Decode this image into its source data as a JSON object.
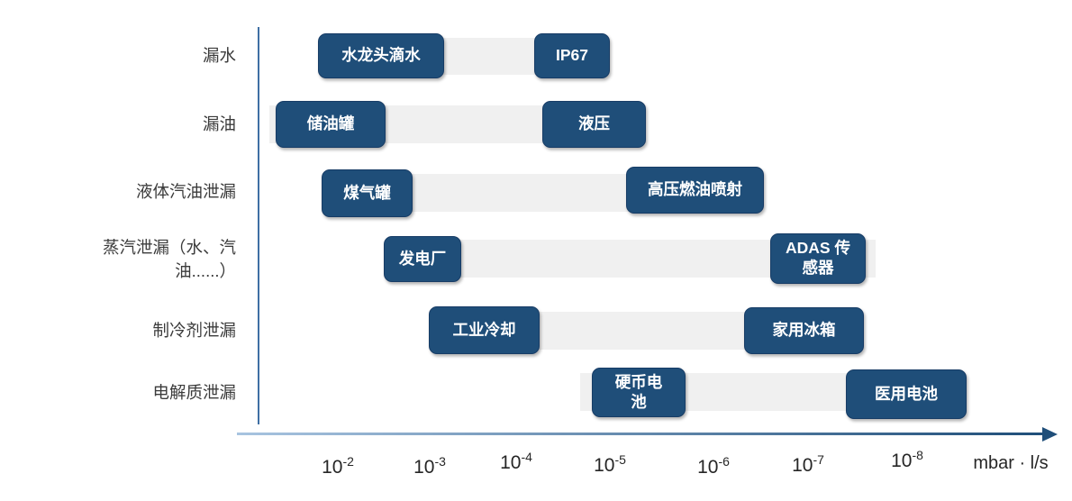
{
  "rows": [
    {
      "category": "漏水",
      "left": {
        "label": "水龙头滴水"
      },
      "right": {
        "label": "IP67"
      }
    },
    {
      "category": "漏油",
      "left": {
        "label": "储油罐"
      },
      "right": {
        "label": "液压"
      }
    },
    {
      "category": "液体汽油泄漏",
      "left": {
        "label": "煤气罐"
      },
      "right": {
        "label": "高压燃油喷射"
      }
    },
    {
      "category": "蒸汽泄漏（水、汽油......）",
      "left": {
        "label": "发电厂"
      },
      "right": {
        "label": "ADAS 传感器"
      }
    },
    {
      "category": "制冷剂泄漏",
      "left": {
        "label": "工业冷却"
      },
      "right": {
        "label": "家用冰箱"
      }
    },
    {
      "category": "电解质泄漏",
      "left": {
        "label": "硬币电池"
      },
      "right": {
        "label": "医用电池"
      }
    }
  ],
  "axis": {
    "unit": "mbar · l/s",
    "ticks": [
      {
        "base": "10",
        "exp": "-2"
      },
      {
        "base": "10",
        "exp": "-3"
      },
      {
        "base": "10",
        "exp": "-4"
      },
      {
        "base": "10",
        "exp": "-5"
      },
      {
        "base": "10",
        "exp": "-6"
      },
      {
        "base": "10",
        "exp": "-7"
      },
      {
        "base": "10",
        "exp": "-8"
      }
    ]
  },
  "colors": {
    "box_blue": "#1F4E79",
    "box_border": "#173C66",
    "bar_gray": "#F0F0F0",
    "axis_blue": "#3F6FA4",
    "arrow_blue": "#1F4E79",
    "label_text": "#3B3B3B"
  },
  "chart_data": {
    "type": "bar",
    "subtype": "horizontal-range",
    "title": "",
    "xlabel": "mbar · l/s",
    "x_scale": "log (decades), values decrease left to right",
    "x_ticks": [
      "10^-2",
      "10^-3",
      "10^-4",
      "10^-5",
      "10^-6",
      "10^-7",
      "10^-8"
    ],
    "categories": [
      "漏水",
      "漏油",
      "液体汽油泄漏",
      "蒸汽泄漏（水、汽油......）",
      "制冷剂泄漏",
      "电解质泄漏"
    ],
    "series": [
      {
        "category": "漏水",
        "label_start": "水龙头滴水",
        "value_start_approx": "10^-2.5",
        "label_end": "IP67",
        "value_end_approx": "10^-4.5"
      },
      {
        "category": "漏油",
        "label_start": "储油罐",
        "value_start_approx": "10^-2",
        "label_end": "液压",
        "value_end_approx": "10^-5"
      },
      {
        "category": "液体汽油泄漏",
        "label_start": "煤气罐",
        "value_start_approx": "10^-2.3",
        "label_end": "高压燃油喷射",
        "value_end_approx": "10^-5.8"
      },
      {
        "category": "蒸汽泄漏（水、汽油......）",
        "label_start": "发电厂",
        "value_start_approx": "10^-3",
        "label_end": "ADAS 传感器",
        "value_end_approx": "10^-7"
      },
      {
        "category": "制冷剂泄漏",
        "label_start": "工业冷却",
        "value_start_approx": "10^-3.6",
        "label_end": "家用冰箱",
        "value_end_approx": "10^-7"
      },
      {
        "category": "电解质泄漏",
        "label_start": "硬币电池",
        "value_start_approx": "10^-5.3",
        "label_end": "医用电池",
        "value_end_approx": "10^-8"
      }
    ],
    "legend": "none",
    "grid": "off"
  }
}
